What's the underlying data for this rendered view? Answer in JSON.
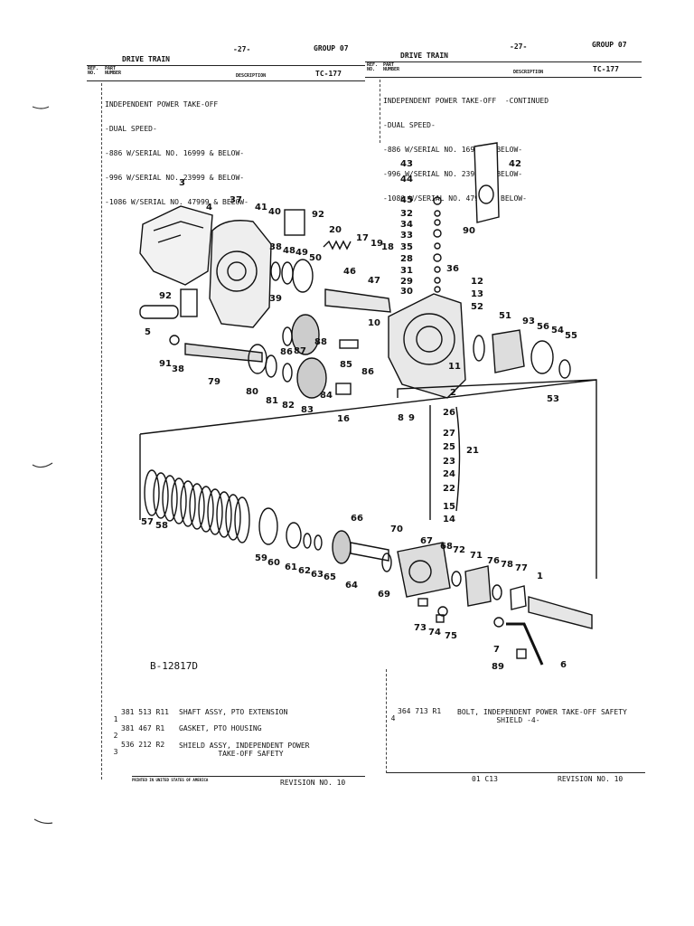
{
  "left_header": {
    "page_num": "-27-",
    "group": "GROUP 07",
    "title": "DRIVE TRAIN",
    "col_ref": "REF.\nNO.",
    "col_part": "PART\nNUMBER",
    "col_desc": "DESCRIPTION",
    "code": "TC-177"
  },
  "right_header": {
    "page_num": "-27-",
    "group": "GROUP 07",
    "title": "DRIVE TRAIN",
    "col_ref": "REF.\nNO.",
    "col_part": "PART\nNUMBER",
    "col_desc": "DESCRIPTION",
    "code": "TC-177"
  },
  "left_heading": [
    "INDEPENDENT POWER TAKE-OFF",
    "-DUAL SPEED-",
    "-886 W/SERIAL NO. 16999 & BELOW-",
    "-996 W/SERIAL NO. 23999 & BELOW-",
    "-1086 W/SERIAL NO. 47999 & BELOW-"
  ],
  "right_heading": [
    "INDEPENDENT POWER TAKE-OFF  -CONTINUED",
    "-DUAL SPEED-",
    "-886 W/SERIAL NO. 16999 & BELOW-",
    "-996 W/SERIAL NO. 23999 & BELOW-",
    "-1086 W/SERIAL NO. 47999 & BELOW-"
  ],
  "diagram": {
    "figure_id": "B-12817D",
    "callouts": [
      "3",
      "4",
      "37",
      "41",
      "40",
      "92",
      "20",
      "17",
      "19",
      "18",
      "38",
      "48",
      "49",
      "50",
      "46",
      "47",
      "39",
      "92",
      "5",
      "10",
      "86",
      "87",
      "88",
      "85",
      "86",
      "91",
      "38",
      "79",
      "80",
      "81",
      "82",
      "83",
      "84",
      "16",
      "2",
      "11",
      "52",
      "51",
      "93",
      "56",
      "54",
      "55",
      "53",
      "43",
      "42",
      "44",
      "45",
      "32",
      "34",
      "33",
      "35",
      "28",
      "31",
      "36",
      "29",
      "30",
      "12",
      "13",
      "90",
      "8",
      "9",
      "26",
      "27",
      "25",
      "23",
      "24",
      "22",
      "15",
      "14",
      "21",
      "57",
      "58",
      "59",
      "60",
      "61",
      "62",
      "63",
      "65",
      "66",
      "64",
      "70",
      "67",
      "69",
      "68",
      "72",
      "71",
      "76",
      "78",
      "77",
      "73",
      "74",
      "75",
      "7",
      "89",
      "6",
      "1"
    ]
  },
  "parts": [
    {
      "ref": "1",
      "part": "381 513 R11",
      "desc": "SHAFT ASSY, PTO EXTENSION"
    },
    {
      "ref": "2",
      "part": "381 467 R1",
      "desc": "GASKET, PTO HOUSING"
    },
    {
      "ref": "3",
      "part": "536 212 R2",
      "desc": "SHIELD ASSY, INDEPENDENT POWER\n         TAKE-OFF SAFETY"
    },
    {
      "ref": "4",
      "part": "364 713 R1",
      "desc": "BOLT, INDEPENDENT POWER TAKE-OFF SAFETY\n         SHIELD -4-"
    }
  ],
  "footer": {
    "printed": "PRINTED IN UNITED STATES OF AMERICA",
    "revision_left": "REVISION NO. 10",
    "code_right": "01 C13",
    "revision_right": "REVISION NO. 10"
  }
}
